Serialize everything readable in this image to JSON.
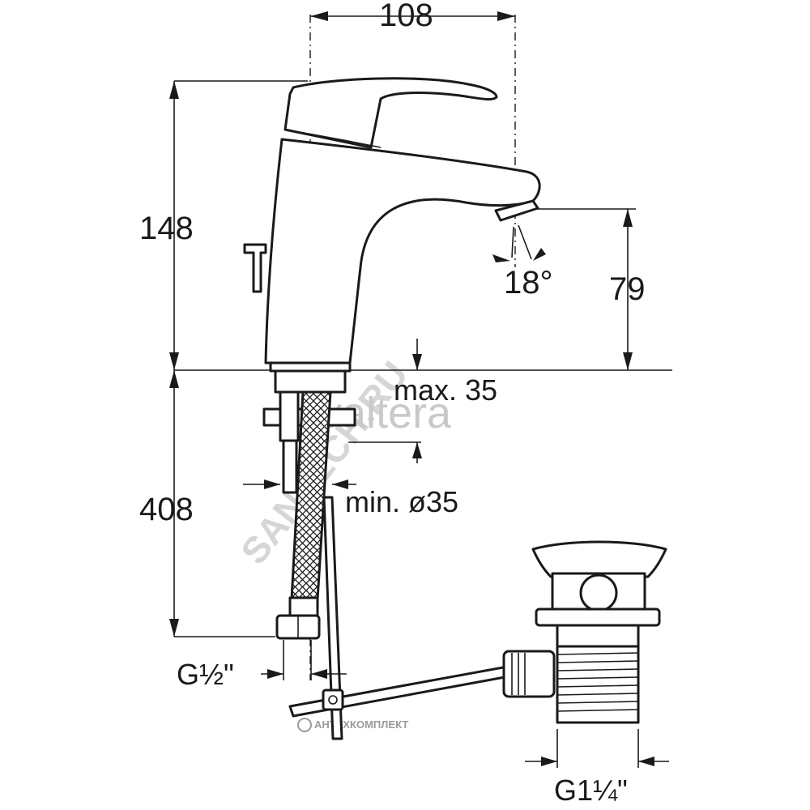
{
  "dimensions": {
    "width_top": "108",
    "height_total": "148",
    "spout_height": "79",
    "spout_angle": "18°",
    "counter_max": "max. 35",
    "hole_min": "min. ø35",
    "below_height": "408",
    "hose_thread": "G½\"",
    "waste_thread": "G1¼\""
  },
  "watermarks": {
    "brand": "valtera",
    "site": "SANTECH.RU",
    "company": "АНТЕХКОМПЛЕКТ"
  }
}
